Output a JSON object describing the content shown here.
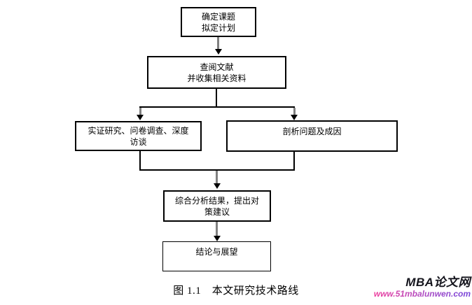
{
  "flowchart": {
    "nodes": [
      {
        "id": "define-topic",
        "label": "确定课题\n拟定计划"
      },
      {
        "id": "literature-review",
        "label": "查阅文献\n并收集相关资料"
      },
      {
        "id": "empirical-research",
        "label": "实证研究、问卷调查、深度\n访谈"
      },
      {
        "id": "analyze-problems",
        "label": "剖析问题及成因"
      },
      {
        "id": "synthesize-results",
        "label": "综合分析结果，提出对\n策建议"
      },
      {
        "id": "conclusion-outlook",
        "label": "结论与展望"
      }
    ],
    "edges": [
      {
        "from": "define-topic",
        "to": "literature-review"
      },
      {
        "from": "literature-review",
        "to": "empirical-research"
      },
      {
        "from": "literature-review",
        "to": "analyze-problems"
      },
      {
        "from": "empirical-research",
        "to": "synthesize-results"
      },
      {
        "from": "analyze-problems",
        "to": "synthesize-results"
      },
      {
        "from": "synthesize-results",
        "to": "conclusion-outlook"
      }
    ]
  },
  "caption": "图 1.1　本文研究技术路线",
  "watermark": {
    "site_name": "MBA论文网",
    "site_url": "www.51mbalunwen.com"
  },
  "colors": {
    "line": "#000000",
    "arrow_stem": "#808080",
    "url_gradient_start": "#ee3f9e",
    "url_gradient_end": "#7544da",
    "watermark_title": "#14141c"
  }
}
